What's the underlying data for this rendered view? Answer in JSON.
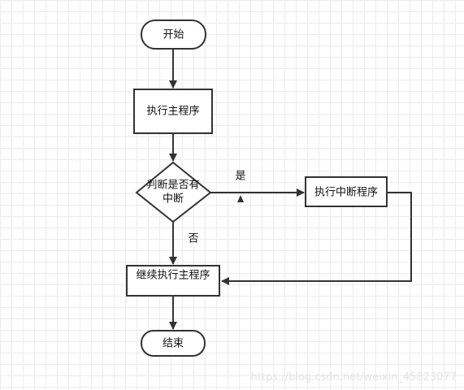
{
  "nodes": {
    "start": "开始",
    "main_program": "执行主程序",
    "decision_line1": "判断是否有",
    "decision_line2": "中断",
    "interrupt_program": "执行中断程序",
    "continue_program": "继续执行主程序",
    "end": "结束"
  },
  "edge_labels": {
    "yes": "是",
    "no": "否"
  },
  "watermark": "https://blog.csdn.net/weixin_45823077",
  "colors": {
    "stroke": "#333333",
    "text": "#111111",
    "grid": "#ececec",
    "background": "#ffffff"
  }
}
